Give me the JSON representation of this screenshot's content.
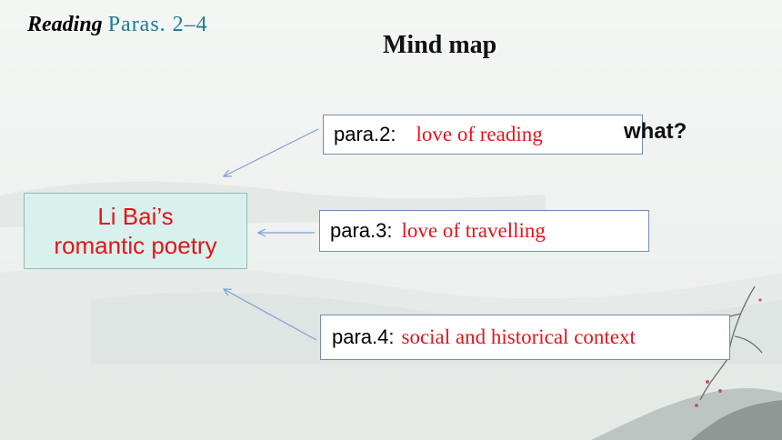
{
  "header": {
    "reading_label": "Reading",
    "paras_label": "Paras. 2–4"
  },
  "diagram": {
    "title": "Mind map",
    "center": {
      "line1": "Li Bai’s",
      "line2": "romantic poetry"
    },
    "branches": [
      {
        "label": "para.2:",
        "answer": "love of reading"
      },
      {
        "label": "para.3:",
        "answer": "love of travelling"
      },
      {
        "label": "para.4:",
        "answer": "social and historical context"
      }
    ],
    "question": "what?"
  },
  "colors": {
    "answer_text": "#e8121a",
    "center_fill": "#d9f1ec",
    "arrow": "#7f9fd6",
    "header_sub": "#1c7b8f"
  }
}
